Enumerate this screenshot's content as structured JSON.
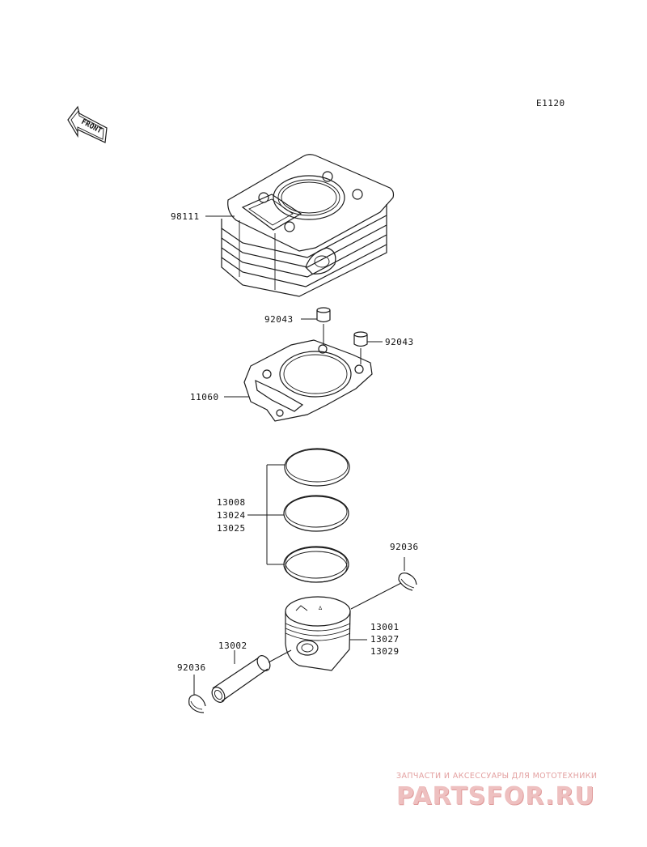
{
  "diagram_code": "E1120",
  "front_label": "FRONT",
  "parts": {
    "cylinder": "98111",
    "dowel_pin_left": "92043",
    "dowel_pin_right": "92043",
    "gasket": "11060",
    "ring_set": [
      "13008",
      "13024",
      "13025"
    ],
    "piston": [
      "13001",
      "13027",
      "13029"
    ],
    "piston_pin": "13002",
    "circlip_right": "92036",
    "circlip_left": "92036"
  },
  "watermark": {
    "subtitle": "ЗАПЧАСТИ И АКСЕССУАРЫ ДЛЯ МОТОТЕХНИКИ",
    "brand": "PARTSFOR.RU"
  }
}
